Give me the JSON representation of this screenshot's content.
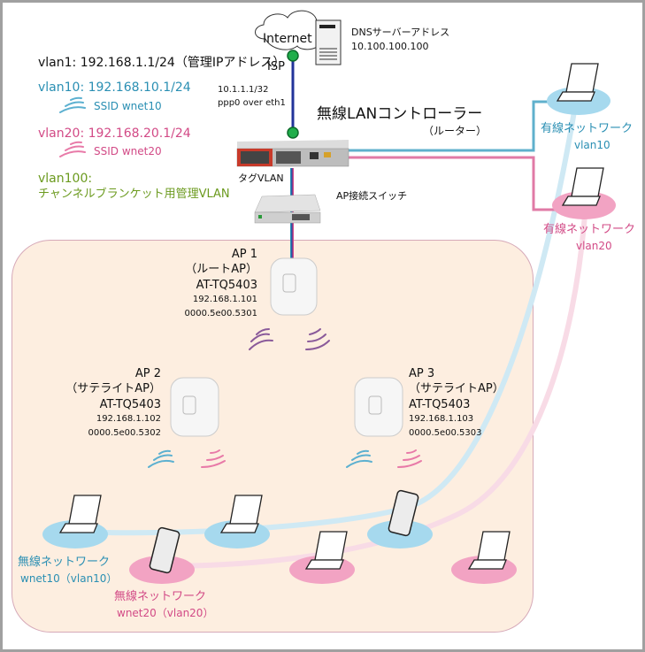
{
  "colors": {
    "vlan10": "#2a8fb3",
    "vlan20": "#d24a86",
    "vlan100": "#6b9a1e",
    "area_bg": "#fdeee0",
    "frame": "#a0a0a0",
    "node_green": "#1fae4a",
    "uplink": "#22339a"
  },
  "internet": {
    "cloud_label": "Internet",
    "isp_label": "ISP",
    "dns_label": "DNSサーバーアドレス",
    "dns_ip": "10.100.100.100"
  },
  "wan": {
    "ip": "10.1.1.1/32",
    "iface": "ppp0 over eth1"
  },
  "legend": {
    "vlan1": "vlan1: 192.168.1.1/24（管理IPアドレス）",
    "vlan10": "vlan10: 192.168.10.1/24",
    "ssid10": "SSID wnet10",
    "vlan20": "vlan20: 192.168.20.1/24",
    "ssid20": "SSID wnet20",
    "vlan100_line1": "vlan100:",
    "vlan100_line2": "チャンネルブランケット用管理VLAN"
  },
  "controller": {
    "title": "無線LANコントローラー",
    "subtitle": "（ルーター）",
    "tag_vlan": "タグVLAN"
  },
  "switch": {
    "label": "AP接続スイッチ"
  },
  "wired": [
    {
      "title": "有線ネットワーク",
      "vlan": "vlan10"
    },
    {
      "title": "有線ネットワーク",
      "vlan": "vlan20"
    }
  ],
  "aps": [
    {
      "name": "AP 1",
      "role": "（ルートAP）",
      "model": "AT-TQ5403",
      "ip": "192.168.1.101",
      "mac": "0000.5e00.5301"
    },
    {
      "name": "AP 2",
      "role": "（サテライトAP）",
      "model": "AT-TQ5403",
      "ip": "192.168.1.102",
      "mac": "0000.5e00.5302"
    },
    {
      "name": "AP 3",
      "role": "（サテライトAP）",
      "model": "AT-TQ5403",
      "ip": "192.168.1.103",
      "mac": "0000.5e00.5303"
    }
  ],
  "wireless": [
    {
      "title": "無線ネットワーク",
      "sub": "wnet10（vlan10）"
    },
    {
      "title": "無線ネットワーク",
      "sub": "wnet20（vlan20）"
    }
  ]
}
